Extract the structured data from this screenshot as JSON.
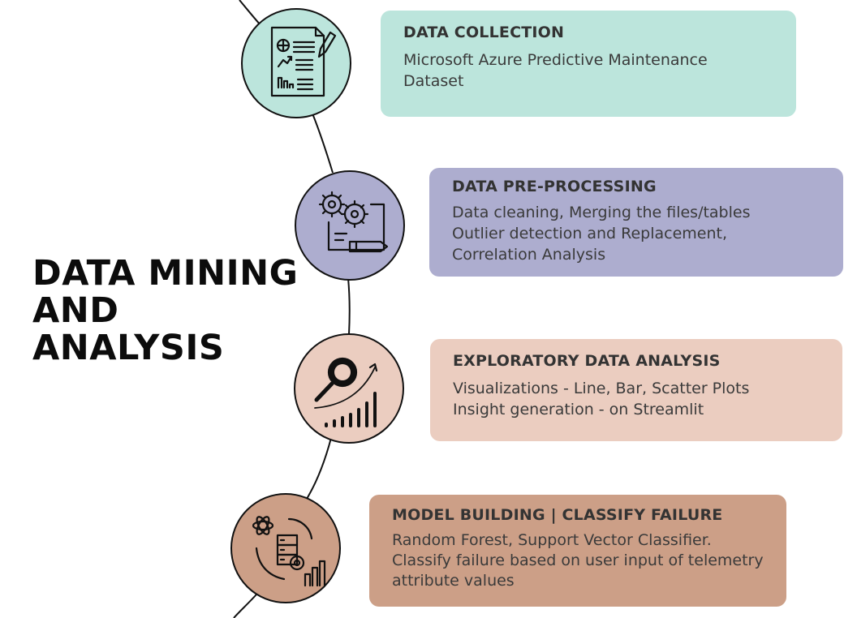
{
  "title_lines": [
    "DATA MINING",
    "AND",
    "ANALYSIS"
  ],
  "colors": {
    "stroke": "#111111",
    "collection": "#bce5dc",
    "preprocessing": "#adadcf",
    "eda": "#ebcdc0",
    "model": "#cc9f87"
  },
  "steps": [
    {
      "title": "DATA COLLECTION",
      "lines": [
        "Microsoft Azure Predictive Maintenance",
        "Dataset"
      ],
      "icon": "document-chart-icon"
    },
    {
      "title": "DATA PRE-PROCESSING",
      "lines": [
        "Data cleaning, Merging the files/tables",
        "Outlier detection and Replacement,",
        "Correlation Analysis"
      ],
      "icon": "gears-pencil-icon"
    },
    {
      "title": "EXPLORATORY DATA ANALYSIS",
      "lines": [
        "Visualizations - Line, Bar, Scatter Plots",
        "Insight generation - on Streamlit"
      ],
      "icon": "magnifier-chart-icon"
    },
    {
      "title": "MODEL BUILDING | CLASSIFY FAILURE",
      "lines": [
        "Random Forest, Support Vector Classifier.",
        "Classify failure based on user input of telemetry",
        "attribute values"
      ],
      "icon": "model-server-icon"
    }
  ]
}
